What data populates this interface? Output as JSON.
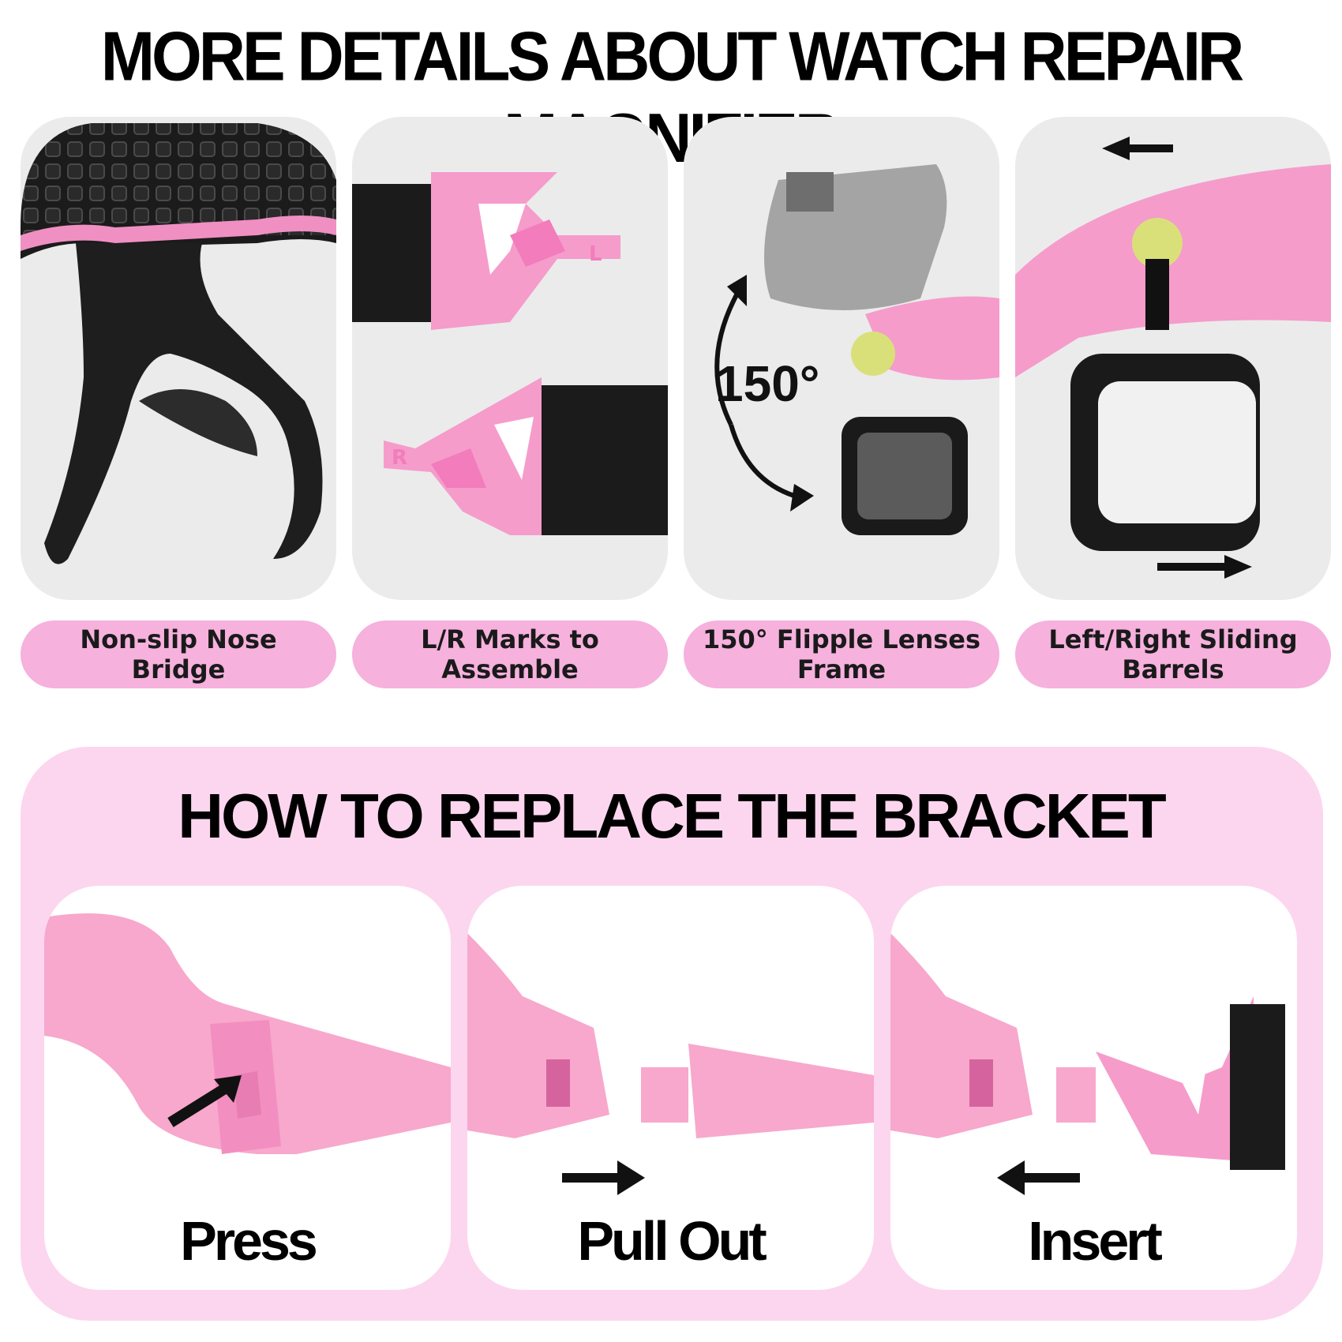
{
  "title": "MORE DETAILS ABOUT WATCH REPAIR MAGNIFIER",
  "features": [
    {
      "lines": [
        "Non-slip Nose Bridge"
      ]
    },
    {
      "lines": [
        "L/R Marks to",
        "Assemble"
      ],
      "marks": [
        "L",
        "R"
      ]
    },
    {
      "lines": [
        "150° Flipple Lenses",
        "Frame"
      ],
      "angle": "150°"
    },
    {
      "lines": [
        "Left/Right Sliding",
        "Barrels"
      ]
    }
  ],
  "how_to": {
    "title": "HOW TO REPLACE THE BRACKET",
    "steps": [
      {
        "label": "Press"
      },
      {
        "label": "Pull Out"
      },
      {
        "label": "Insert"
      }
    ]
  },
  "colors": {
    "pink": "#f6b1dd",
    "light_pink": "#fcd6ee",
    "product_pink": "#f7a8cc",
    "panel_gray": "#ebebeb"
  }
}
